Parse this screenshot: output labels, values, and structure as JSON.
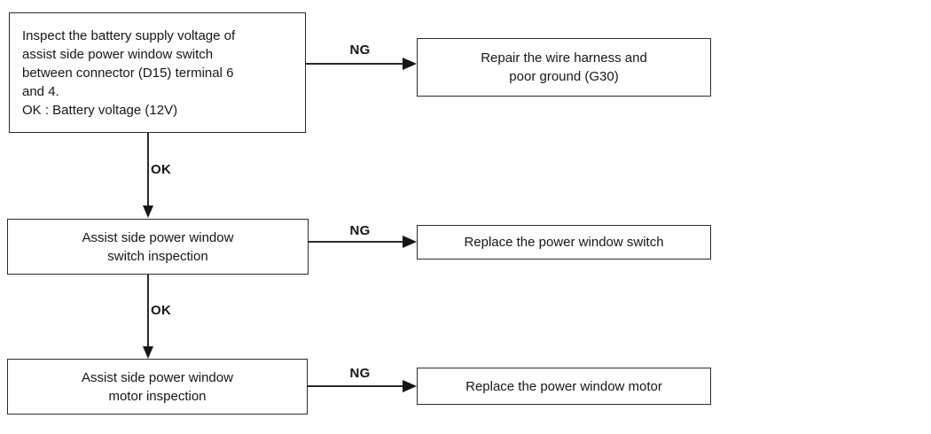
{
  "flowchart": {
    "nodes": {
      "step1": {
        "lines": [
          "Inspect the battery supply voltage of",
          "assist side power window switch",
          "between connector (D15) terminal 6",
          "and 4.",
          "OK : Battery voltage (12V)"
        ]
      },
      "repair_harness": {
        "lines": [
          "Repair the wire harness and",
          "poor ground (G30)"
        ]
      },
      "switch_inspection": {
        "lines": [
          "Assist side power window",
          "switch inspection"
        ]
      },
      "replace_switch": {
        "lines": [
          "Replace the power window switch"
        ]
      },
      "motor_inspection": {
        "lines": [
          "Assist side power window",
          "motor inspection"
        ]
      },
      "replace_motor": {
        "lines": [
          "Replace the power window motor"
        ]
      }
    },
    "edge_labels": {
      "ng_1": "NG",
      "ok_1": "OK",
      "ng_2": "NG",
      "ok_2": "OK",
      "ng_3": "NG"
    },
    "colors": {
      "line": "#2b2b2b",
      "text": "#161616",
      "background": "#ffffff"
    }
  }
}
